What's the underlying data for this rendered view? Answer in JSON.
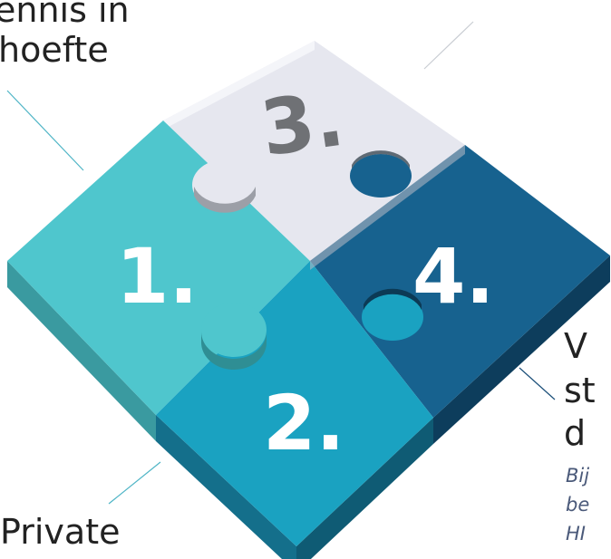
{
  "callouts": {
    "top_left_line1": "ennis in",
    "top_left_line2": "hoefte",
    "bottom_left": "Private",
    "right_line1": "V",
    "right_line2": "st",
    "right_line3": "d",
    "right_italic1": "Bij",
    "right_italic2": "be",
    "right_italic3": "HI"
  },
  "pieces": [
    {
      "label": "1.",
      "color": "#4fc6cd"
    },
    {
      "label": "2.",
      "color": "#1aa2c1"
    },
    {
      "label": "3.",
      "color": "#e6e7ef"
    },
    {
      "label": "4.",
      "color": "#17628f"
    }
  ]
}
